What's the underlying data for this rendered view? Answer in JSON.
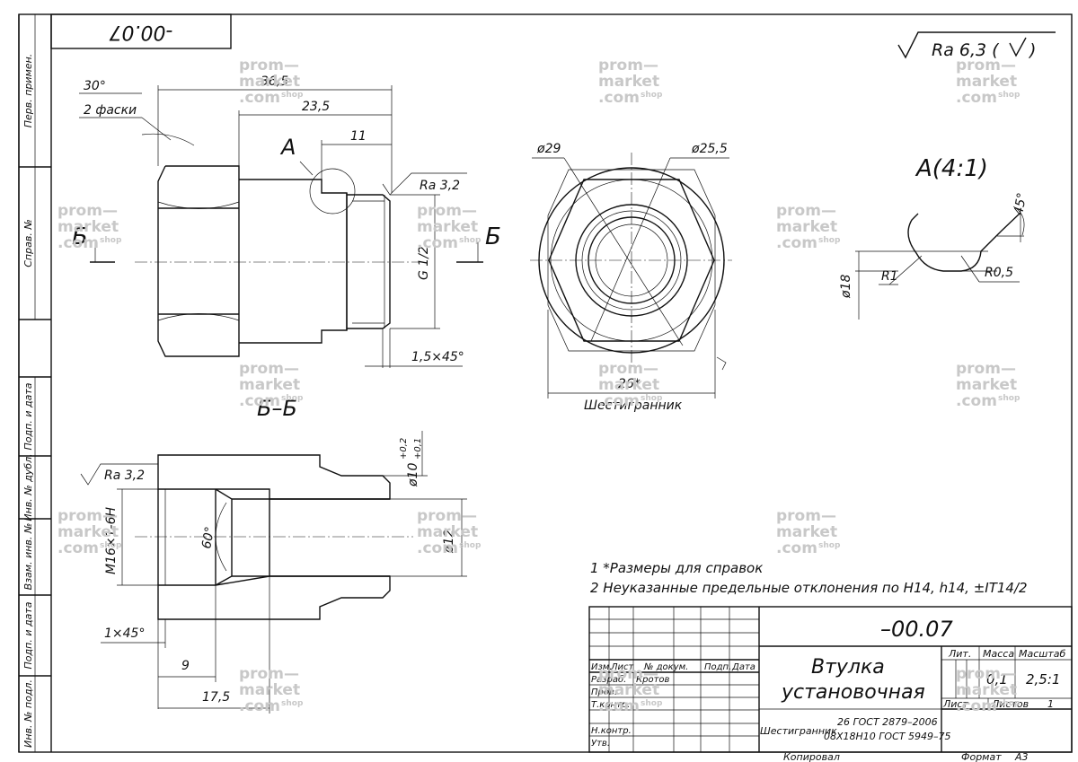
{
  "top_left_stamp": "-00.07",
  "roughness_general": "Ra 6,3 (",
  "roughness_general_close": ")",
  "side_columns": [
    "Перв. примен.",
    "Справ. №",
    "Подп. и дата",
    "Инв. № дубл.",
    "Взам. инв. №",
    "Подп. и дата",
    "Инв. № подл."
  ],
  "front_view": {
    "angle": "30°",
    "chamfers": "2 фаски",
    "dim_total": "36,5",
    "dim_body": "23,5",
    "dim_thread": "11",
    "detail_marker": "A",
    "roughness": "Ra 3,2",
    "thread": "G 1/2",
    "chamfer": "1,5×45°",
    "section_letter": "Б"
  },
  "hex_view": {
    "d_outer": "ø29",
    "d_inner": "ø25,5",
    "across_flats": "26*",
    "caption": "Шестигранник"
  },
  "detail_view": {
    "title": "A(4:1)",
    "angle": "45°",
    "diameter": "ø18",
    "r1": "R1",
    "r2": "R0,5"
  },
  "section_view": {
    "title": "Б–Б",
    "roughness": "Ra 3,2",
    "dia_tol_main": "ø10",
    "dia_tol_up": "+0,2",
    "dia_tol_low": "+0,1",
    "dia_12": "ø12",
    "thread": "M16×1-6H",
    "angle": "60°",
    "chamfer": "1×45°",
    "dim_9": "9",
    "dim_17_5": "17,5"
  },
  "notes": [
    "1  *Размеры для справок",
    "2  Неуказанные предельные отклонения по H14, h14, ±IT14/2"
  ],
  "title_block": {
    "designation": "–00.07",
    "name_line1": "Втулка",
    "name_line2": "установочная",
    "col_izm": "Изм.",
    "col_list": "Лист",
    "col_doc": "№ докум.",
    "col_podp": "Подп.",
    "col_data": "Дата",
    "row_razrab": "Разраб.",
    "razrab_name": "Кротов",
    "row_prov": "Пров.",
    "row_tkontr": "Т.контр.",
    "row_nkontr": "Н.контр.",
    "row_utv": "Утв.",
    "h_lit": "Лит.",
    "h_massa": "Масса",
    "h_masshtab": "Масштаб",
    "massa": "0,1",
    "masshtab": "2,5:1",
    "list_label": "Лист",
    "listov_label": "Листов",
    "listov": "1",
    "material_name": "Шестигранник",
    "material_line1": "26 ГОСТ 2879–2006",
    "material_line2": "08Х18Н10 ГОСТ 5949–75",
    "copied": "Копировал",
    "format_label": "Формат",
    "format": "A3"
  },
  "watermark": {
    "line1": "prom—",
    "line2": "market",
    "line3": ".com",
    "shop": "shop"
  }
}
